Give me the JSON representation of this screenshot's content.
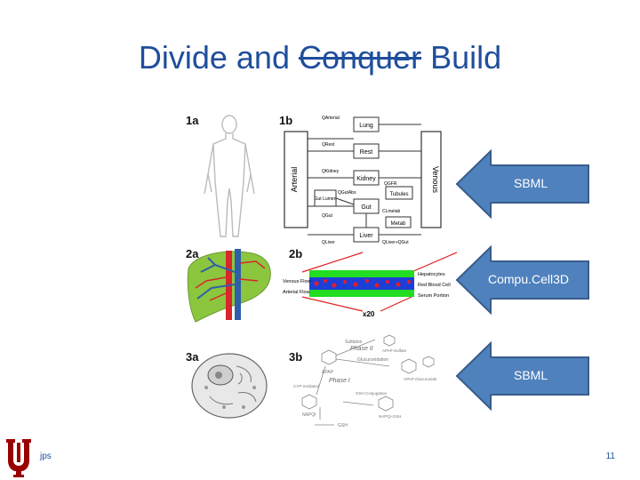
{
  "title": {
    "part1": "Divide and ",
    "struck": "Conquer",
    "part2": " Build"
  },
  "panels": {
    "p1a": "1a",
    "p1b": "1b",
    "p2a": "2a",
    "p2b": "2b",
    "p3a": "3a",
    "p3b": "3b"
  },
  "diagram_1b": {
    "arterial": "Arterial",
    "venous": "Venous",
    "organs": [
      "Lung",
      "Rest",
      "Kidney",
      "Gut",
      "Liver",
      "Tubules",
      "Metab"
    ],
    "gut_lumen": "Gut Lumen",
    "flows": [
      "QArterial",
      "QRest",
      "QKidney",
      "QGut",
      "QLiver",
      "QGFR",
      "QGutAbs",
      "CLmetab",
      "QLiver+QGut"
    ]
  },
  "diagram_2b": {
    "venous_flow": "Venous Flow",
    "arterial_flow": "Arterial Flow",
    "hepatocytes": "Hepatocytes",
    "red_blood_cell": "Red Blood Cell",
    "serum_portion": "Serum Portion",
    "multiplier": "x20"
  },
  "diagram_3b": {
    "phase2": "Phase II",
    "phase1": "Phase I",
    "apap": "APAP",
    "napqi": "NAPQI",
    "gsh": "GSH",
    "sulfation": "Sulfation",
    "glucuronidation": "Glucuronidation",
    "cyp": "CYP-mediated",
    "apap_sulfate": "APAP-Sulfate",
    "apap_glucuronide": "APAP-Glucuronide",
    "gsh_conj": "GSH Conjugation",
    "napqi_gsh": "NAPQI-GSH"
  },
  "arrows": [
    {
      "label": "SBML"
    },
    {
      "label": "Compu.Cell3D"
    },
    {
      "label": "SBML"
    }
  ],
  "colors": {
    "title": "#1f4e9c",
    "arrow_fill": "#4f81bd",
    "arrow_stroke": "#385d8a",
    "logo": "#990000"
  },
  "footer": {
    "initials": "jps",
    "page": "11"
  }
}
